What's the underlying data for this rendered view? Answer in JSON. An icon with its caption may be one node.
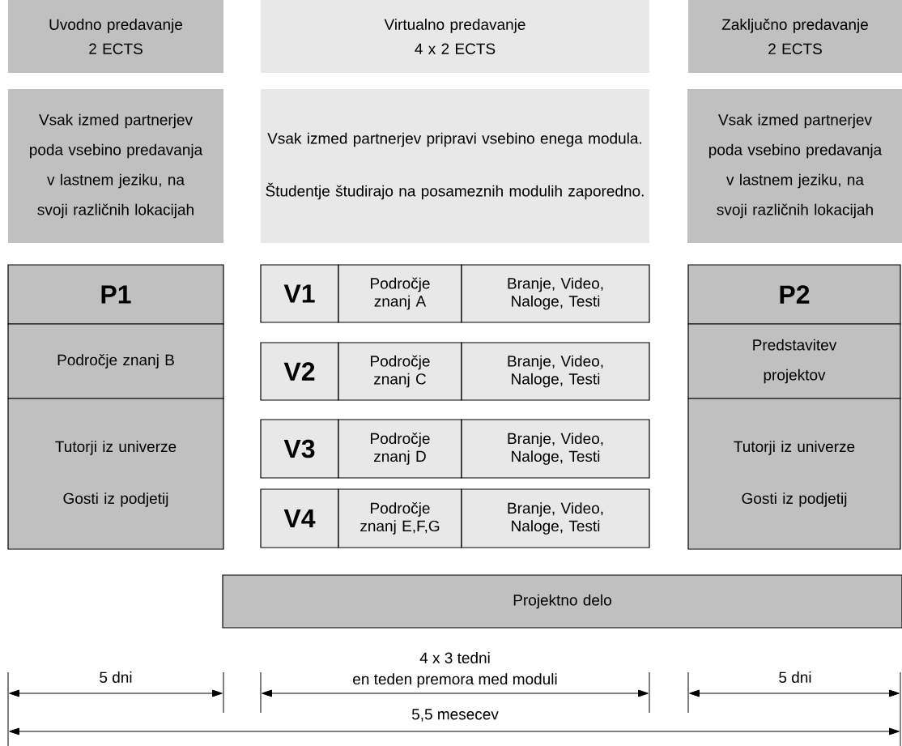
{
  "diagram": {
    "nodes": [
      {
        "text": [
          "Uvodno predavanje",
          "2 ECTS"
        ]
      },
      {
        "text": [
          "Virtualno predavanje",
          "4 x 2 ECTS"
        ]
      },
      {
        "text": [
          "Zaključno predavanje",
          "2 ECTS"
        ]
      },
      {
        "text": [
          "Vsak izmed partnerjev poda vsebino predavanja v lastnem jeziku, na svoji različnih lokacijah"
        ]
      },
      {
        "text": [
          "Vsak izmed partnerjev pripravi vsebino enega modula.",
          "Študentje študirajo na posameznih modulih zaporedno."
        ]
      },
      {
        "text": [
          "Vsak izmed partnerjev poda vsebino predavanja v lastnem jeziku, na svoji različnih lokacijah"
        ]
      },
      {
        "text": [
          "P1"
        ]
      },
      {
        "text": [
          "Področje znanj B"
        ]
      },
      {
        "text": [
          "Tutorji iz univerze",
          "Gosti iz podjetij"
        ]
      },
      {
        "text": [
          "V1"
        ]
      },
      {
        "text": [
          "Področje znanj A"
        ]
      },
      {
        "text": [
          "Branje, Video, Naloge, Testi"
        ]
      },
      {
        "text": [
          "V2"
        ]
      },
      {
        "text": [
          "Področje znanj C"
        ]
      },
      {
        "text": [
          "Branje, Video, Naloge, Testi"
        ]
      },
      {
        "text": [
          "V3"
        ]
      },
      {
        "text": [
          "Področje znanj D"
        ]
      },
      {
        "text": [
          "Branje, Video, Naloge, Testi"
        ]
      },
      {
        "text": [
          "V4"
        ]
      },
      {
        "text": [
          "Področje znanj E,F,G"
        ]
      },
      {
        "text": [
          "Branje, Video, Naloge, Testi"
        ]
      },
      {
        "text": [
          "P2"
        ]
      },
      {
        "text": [
          "Predstavitev projektov"
        ]
      },
      {
        "text": [
          "Tutorji iz univerze",
          "Gosti iz podjetij"
        ]
      },
      {
        "text": [
          "Projektno delo"
        ]
      }
    ],
    "labels": [
      "4 x 3 tedni",
      "5 dni",
      "en teden premora med moduli",
      "5 dni",
      "5,5 mesecev"
    ]
  }
}
